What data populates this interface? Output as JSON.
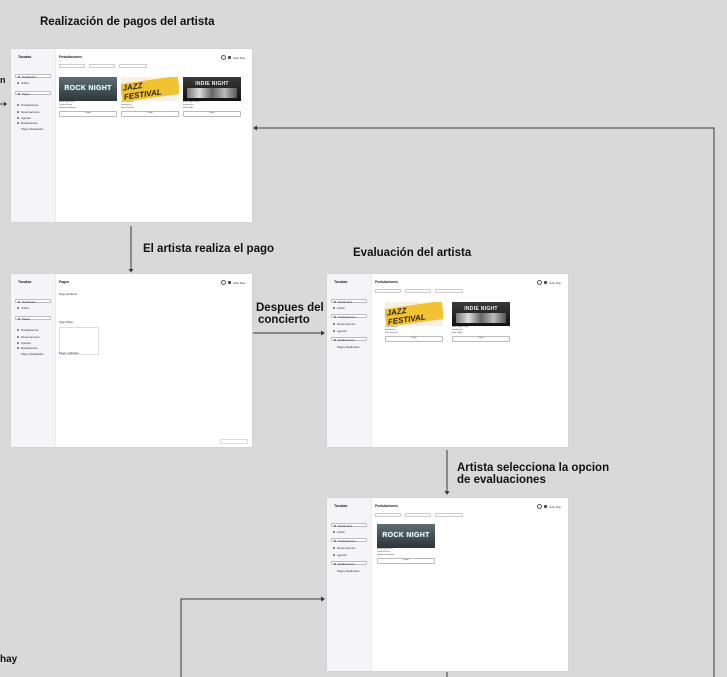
{
  "headings": {
    "title": "Realización de pagos  del artista",
    "edge_left": "n",
    "pay_step": "El artista realiza el pago",
    "evaluation": "Evaluación del artista",
    "after_concert_line1": "Despues del",
    "after_concert_line2": "concierto",
    "select_option_line1": "Artista selecciona la opcion",
    "select_option_line2": "de evaluaciones",
    "bottom_left": "hay"
  },
  "app": {
    "logo": "Tocatas",
    "user": "John Doe"
  },
  "nav": {
    "dashboard": "Dashboard",
    "artists": "Artists",
    "payments": "Pagos",
    "postulations": "Postulaciones",
    "reservations": "Reservaciones",
    "agenda": "Agenda",
    "evaluations": "Evaluaciones",
    "payments_done": "Pagos Realizados"
  },
  "screens": {
    "postulations_title": "Postulaciones",
    "payments_title": "Pagos",
    "payments_pending": "Pago pendiente",
    "payments_method": "Pago Metas",
    "payments_done": "Pagos realizados"
  },
  "cards": {
    "rock": {
      "poster": "ROCK NIGHT",
      "line1": "Rock Night Fest",
      "line2": "Tocata Fiesta",
      "line3": "Estado pendiente",
      "button": "Pagar"
    },
    "jazz": {
      "poster": "JAZZ FESTIVAL",
      "line1": "Jazz Festival",
      "line2": "Estado fijo",
      "line3": "Jazz Festival",
      "button": "Pagar"
    },
    "indie": {
      "poster": "INDIE NIGHT",
      "line1": "Indie Night Party",
      "line2": "Estado fijo",
      "line3": "Indie Night",
      "button": "Pagar"
    }
  },
  "colors": {
    "background": "#d9d9d9",
    "frame": "#ffffff",
    "sidebar": "#f5f5f7",
    "connector": "#3a3a3a"
  }
}
